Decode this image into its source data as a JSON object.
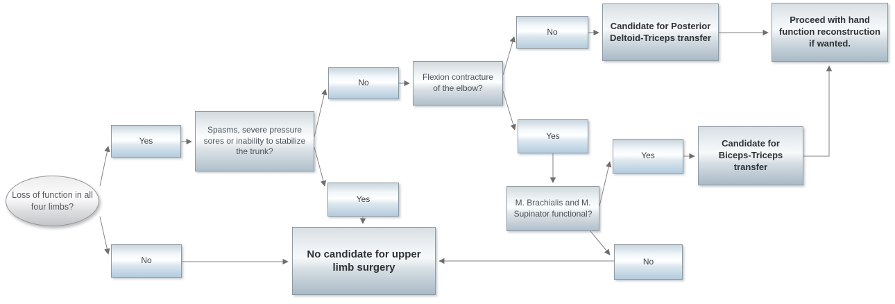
{
  "diagram_type": "flowchart",
  "colors": {
    "connector": "#828282",
    "arrowhead": "#6e6e6e",
    "box_border": "#8e99a2",
    "yesno_fill_bottom": "#b4ccde",
    "question_fill_bottom": "#b0c0cb",
    "action_fill_bottom": "#a9bac6",
    "question_text": "#4d5359",
    "action_text": "#2e3236"
  },
  "nodes": {
    "start_oval": {
      "label": "Loss of function in all four limbs?"
    },
    "yes_limbs": {
      "label": "Yes"
    },
    "no_limbs": {
      "label": "No"
    },
    "spasms_question": {
      "label": "Spasms, severe pressure sores or inability to stabilize the trunk?"
    },
    "no_spasms": {
      "label": "No"
    },
    "yes_spasms": {
      "label": "Yes"
    },
    "flexion_question": {
      "label": "Flexion contracture of the elbow?"
    },
    "no_contracture": {
      "label": "No"
    },
    "yes_contracture": {
      "label": "Yes"
    },
    "posterior_deltoid_action": {
      "label": "Candidate for Posterior Deltoid-Triceps transfer"
    },
    "proceed_action": {
      "label": "Proceed with hand function reconstruction if wanted."
    },
    "brachialis_question": {
      "label": "M. Brachialis and M. Supinator functional?"
    },
    "yes_functional": {
      "label": "Yes"
    },
    "no_functional": {
      "label": "No"
    },
    "biceps_triceps_action": {
      "label": "Candidate for Biceps-Triceps transfer"
    },
    "no_candidate_action": {
      "label": "No candidate for upper limb surgery"
    }
  }
}
